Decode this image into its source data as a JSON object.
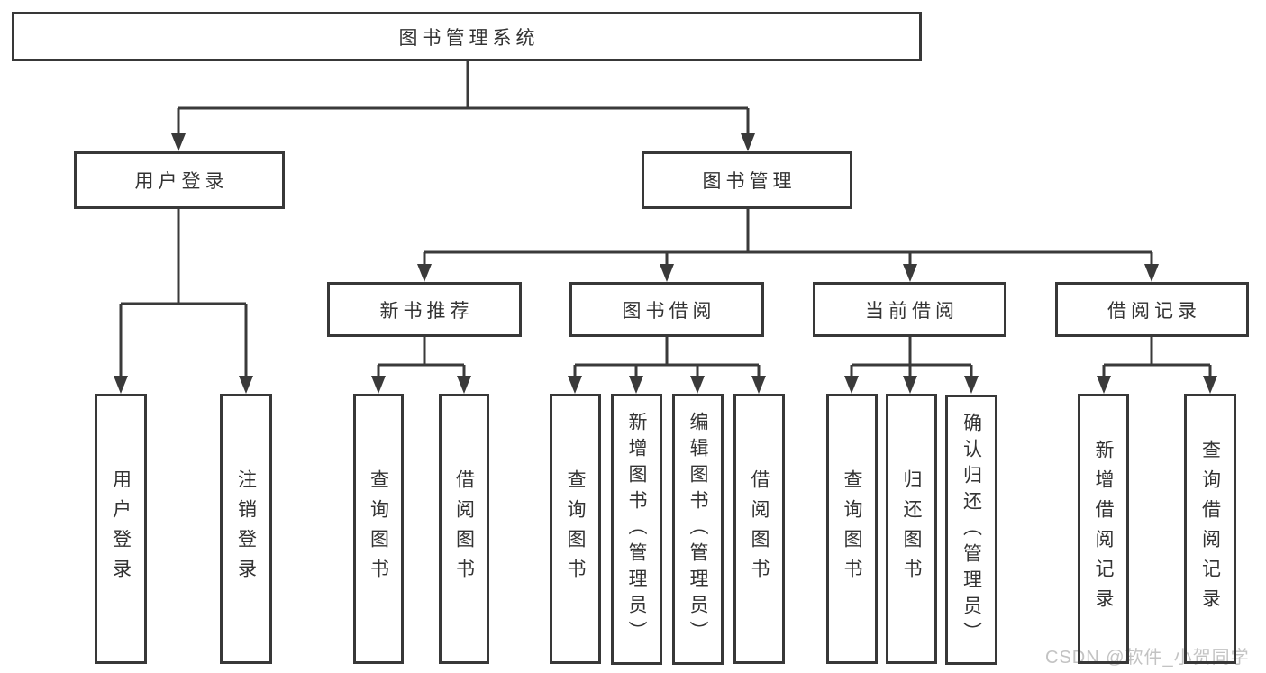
{
  "diagram_title": "图书管理系统",
  "colors": {
    "line": "#3a3a3a",
    "box_border": "#383838",
    "text": "#333333",
    "watermark": "#c3c3c3",
    "background": "#ffffff"
  },
  "nodes": {
    "root": {
      "label": "图书管理系统"
    },
    "branches": [
      {
        "label": "用户登录"
      },
      {
        "label": "图书管理"
      }
    ],
    "modules": [
      {
        "label": "新书推荐",
        "parent": "图书管理"
      },
      {
        "label": "图书借阅",
        "parent": "图书管理"
      },
      {
        "label": "当前借阅",
        "parent": "图书管理"
      },
      {
        "label": "借阅记录",
        "parent": "图书管理"
      }
    ],
    "leaves": [
      {
        "label": "用户登录",
        "parent": "用户登录"
      },
      {
        "label": "注销登录",
        "parent": "用户登录"
      },
      {
        "label": "查询图书",
        "parent": "新书推荐"
      },
      {
        "label": "借阅图书",
        "parent": "新书推荐"
      },
      {
        "label": "查询图书",
        "parent": "图书借阅"
      },
      {
        "label": "新增图书（管理员）",
        "parent": "图书借阅"
      },
      {
        "label": "编辑图书（管理员）",
        "parent": "图书借阅"
      },
      {
        "label": "借阅图书",
        "parent": "图书借阅"
      },
      {
        "label": "查询图书",
        "parent": "当前借阅"
      },
      {
        "label": "归还图书",
        "parent": "当前借阅"
      },
      {
        "label": "确认归还（管理员）",
        "parent": "当前借阅"
      },
      {
        "label": "新增借阅记录",
        "parent": "借阅记录"
      },
      {
        "label": "查询借阅记录",
        "parent": "借阅记录"
      }
    ]
  },
  "watermark": {
    "text": "CSDN @软件_小贺同学"
  }
}
